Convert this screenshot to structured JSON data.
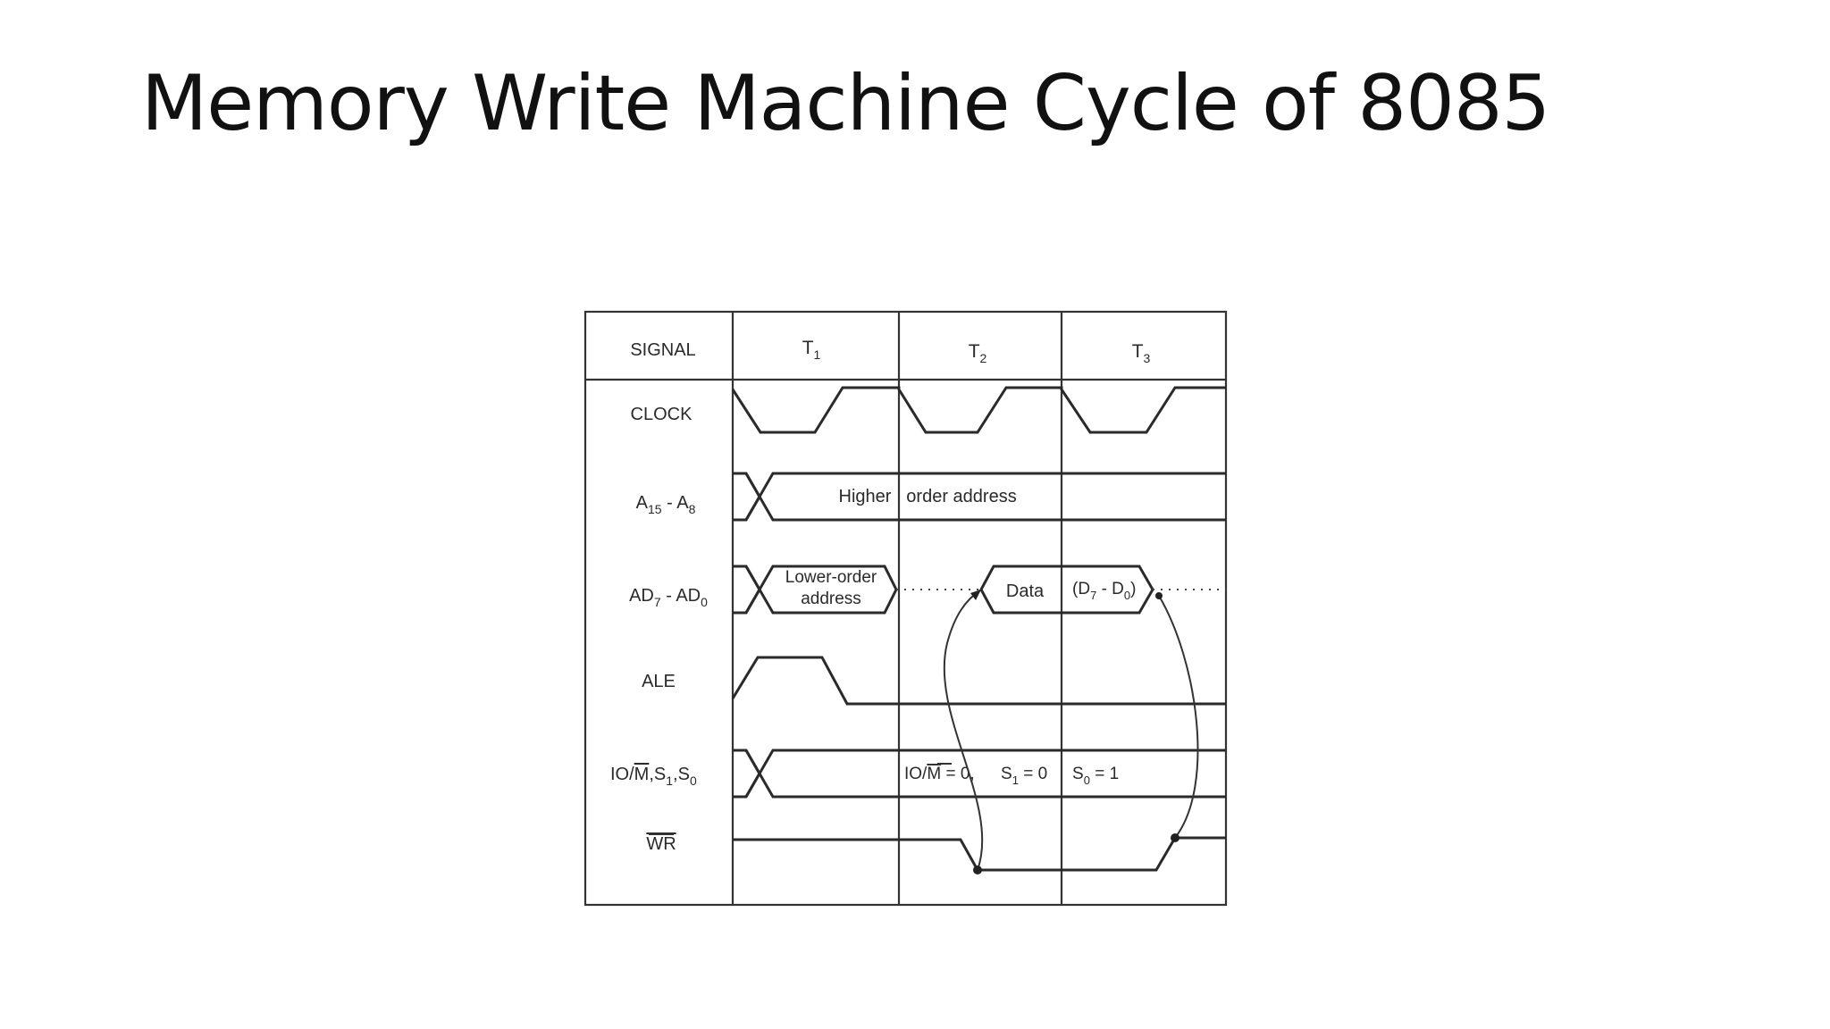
{
  "slide": {
    "title": "Memory Write Machine Cycle of 8085"
  },
  "table": {
    "header_signal": "SIGNAL",
    "states": [
      {
        "base": "T",
        "sub": "1"
      },
      {
        "base": "T",
        "sub": "2"
      },
      {
        "base": "T",
        "sub": "3"
      }
    ]
  },
  "signals": {
    "clock": "CLOCK",
    "a15_a8": {
      "a": "A",
      "a_sub": "15",
      "sep": " - A",
      "b_sub": "8"
    },
    "ad7_ad0": {
      "a": "AD",
      "a_sub": "7",
      "sep": " - AD",
      "b_sub": "0"
    },
    "ale": "ALE",
    "iom": {
      "io": "IO/",
      "m_bar": "M",
      "s1": ",S",
      "s1_sub": "1",
      "s0": ",S",
      "s0_sub": "0"
    },
    "wr": "WR"
  },
  "annotations": {
    "higher": "Higher",
    "order_address": "order address",
    "lower_order_1": "Lower-order",
    "lower_order_2": "address",
    "data": "Data",
    "d_open": "(D",
    "d_sub7": "7",
    "d_mid": " - D",
    "d_sub0": "0",
    "d_close": ")",
    "iom_io": "IO/",
    "iom_m": "M",
    "iom_eq": " = 0,",
    "s1_s": "S",
    "s1_sub": "1",
    "s1_eq": " = 0",
    "s0_s": "S",
    "s0_sub": "0",
    "s0_eq": " = 1"
  }
}
